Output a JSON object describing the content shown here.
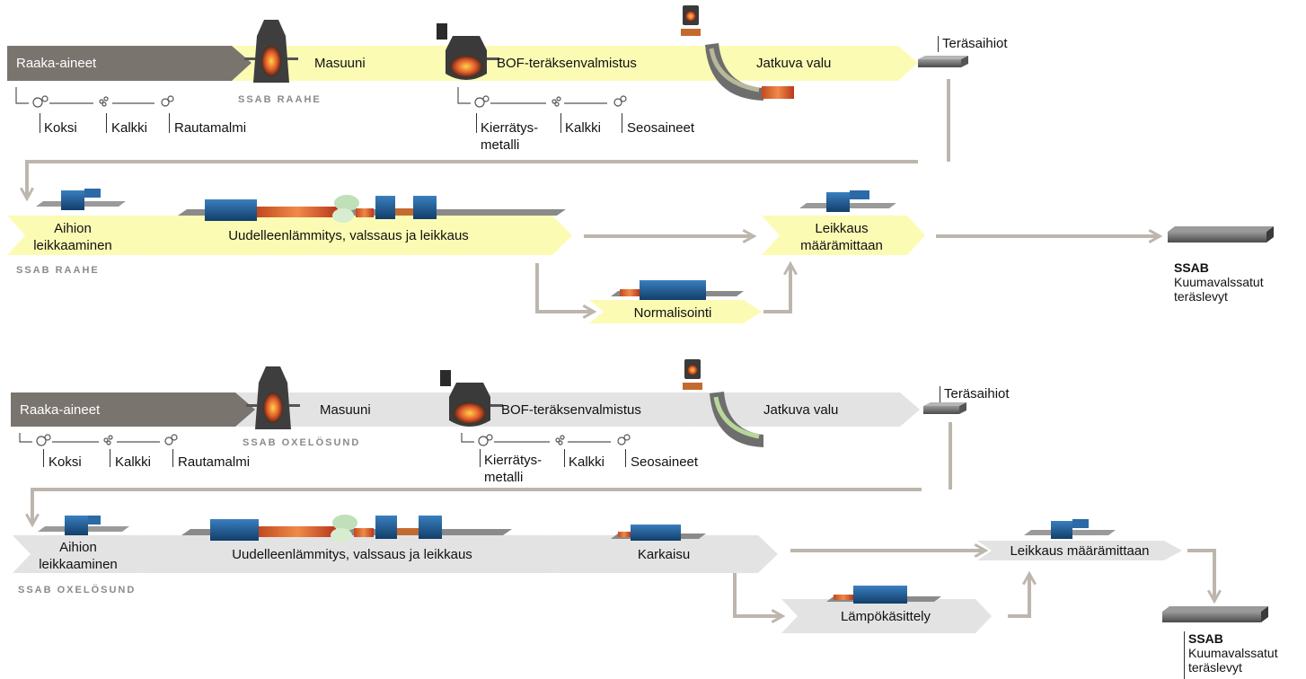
{
  "diagrams": [
    {
      "raw_materials_label": "Raaka-aineet",
      "blast_furnace_label": "Masuuni",
      "bof_label": "BOF-teräksenvalmistus",
      "casting_label": "Jatkuva valu",
      "slabs_label": "Teräsaihiot",
      "plant_label_1": "SSAB RAAHE",
      "plant_label_2": "SSAB RAAHE",
      "inputs": {
        "coke": "Koksi",
        "lime": "Kalkki",
        "iron_ore": "Rautamalmi"
      },
      "bof_inputs": {
        "recycled": "Kierrätys-\nmetalli",
        "lime": "Kalkki",
        "alloys": "Seosaineet"
      },
      "slab_cutting_label": "Aihion\nleikkaaminen",
      "rolling_label": "Uudelleenlämmitys, valssaus ja leikkaus",
      "cut_to_length_label": "Leikkaus\nmäärämittaan",
      "treatment_label": "Normalisointi",
      "product": {
        "brand": "SSAB",
        "name": "Kuumavalssatut\nteräslevyt"
      },
      "colors": {
        "arrow_fill": "#fbfbb4",
        "raw_fill": "#7a746f"
      }
    },
    {
      "raw_materials_label": "Raaka-aineet",
      "blast_furnace_label": "Masuuni",
      "bof_label": "BOF-teräksenvalmistus",
      "casting_label": "Jatkuva valu",
      "slabs_label": "Teräsaihiot",
      "plant_label_1": "SSAB OXELÖSUND",
      "plant_label_2": "SSAB OXELÖSUND",
      "inputs": {
        "coke": "Koksi",
        "lime": "Kalkki",
        "iron_ore": "Rautamalmi"
      },
      "bof_inputs": {
        "recycled": "Kierrätys-\nmetalli",
        "lime": "Kalkki",
        "alloys": "Seosaineet"
      },
      "slab_cutting_label": "Aihion\nleikkaaminen",
      "rolling_label": "Uudelleenlämmitys, valssaus ja leikkaus",
      "hardening_label": "Karkaisu",
      "cut_to_length_label": "Leikkaus määrämittaan",
      "treatment_label": "Lämpökäsittely",
      "product": {
        "brand": "SSAB",
        "name": "Kuumavalssatut\nteräslevyt"
      },
      "colors": {
        "arrow_fill": "#e3e3e3",
        "raw_fill": "#7a746f"
      }
    }
  ]
}
